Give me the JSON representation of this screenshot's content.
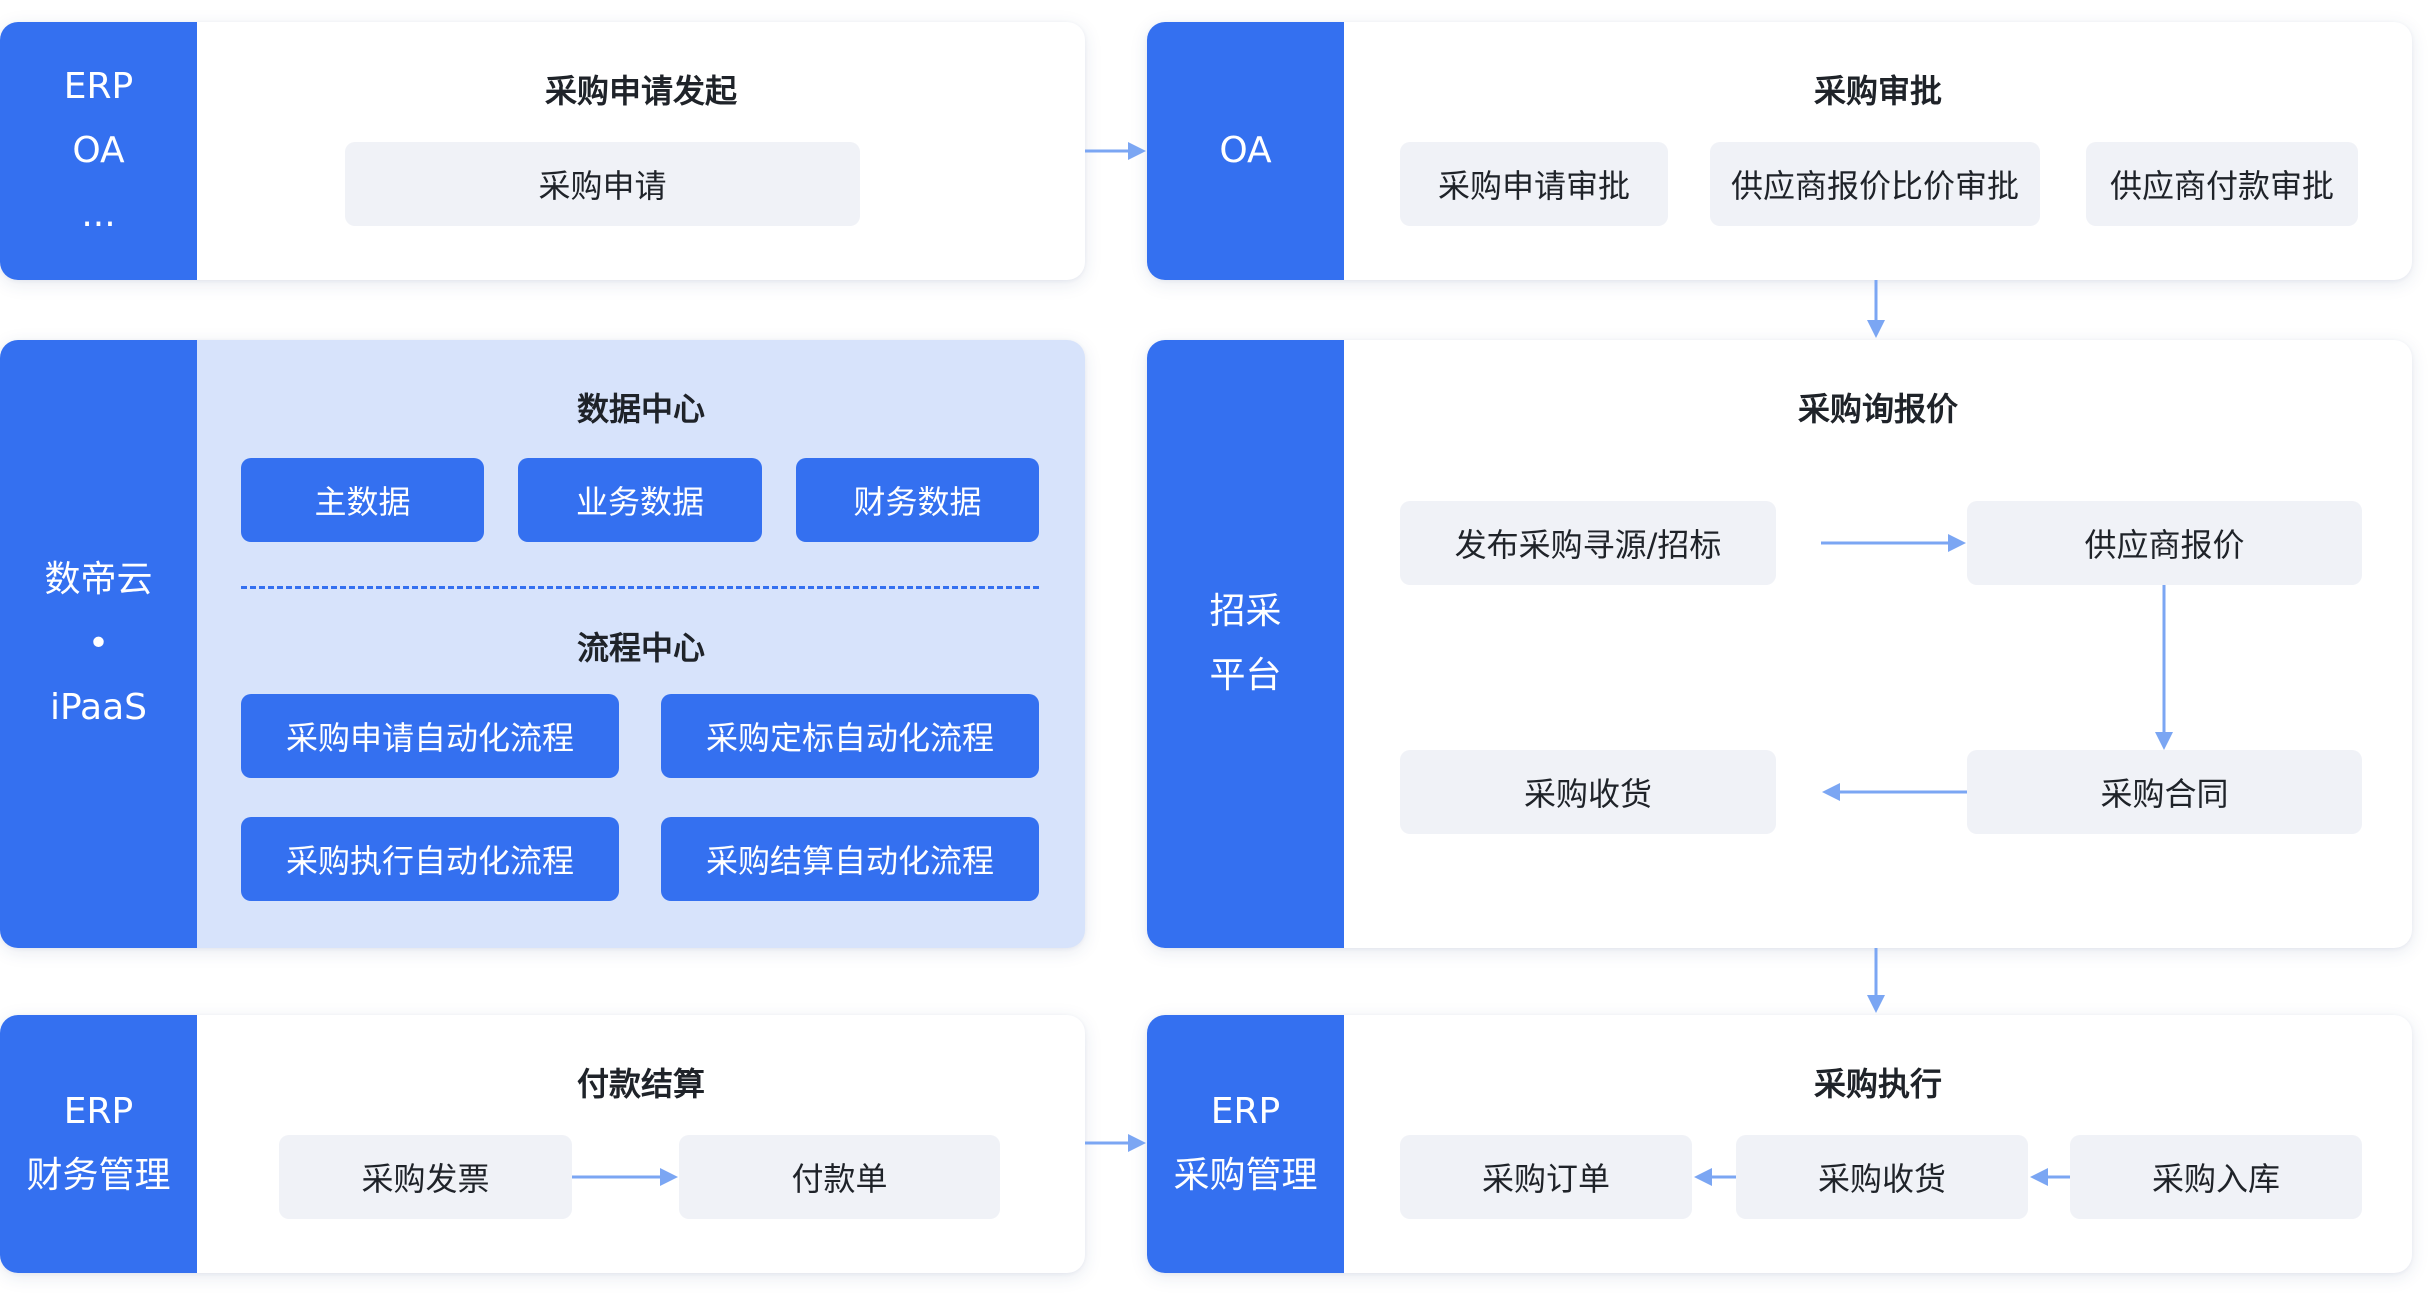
{
  "panel_request": {
    "side": [
      "ERP",
      "OA",
      "..."
    ],
    "title": "采购申请发起",
    "items": [
      "采购申请"
    ]
  },
  "panel_approval": {
    "side": [
      "OA"
    ],
    "title": "采购审批",
    "items": [
      "采购申请审批",
      "供应商报价比价审批",
      "供应商付款审批"
    ]
  },
  "panel_ipaas": {
    "side": [
      "数帝云",
      "•",
      "iPaaS"
    ],
    "data_center_title": "数据中心",
    "data_items": [
      "主数据",
      "业务数据",
      "财务数据"
    ],
    "process_center_title": "流程中心",
    "process_items": [
      "采购申请自动化流程",
      "采购定标自动化流程",
      "采购执行自动化流程",
      "采购结算自动化流程"
    ]
  },
  "panel_bidding": {
    "side": [
      "招采",
      "平台"
    ],
    "title": "采购询报价",
    "items": [
      "发布采购寻源/招标",
      "供应商报价",
      "采购收货",
      "采购合同"
    ]
  },
  "panel_settlement": {
    "side": [
      "ERP",
      "财务管理"
    ],
    "title": "付款结算",
    "items": [
      "采购发票",
      "付款单"
    ]
  },
  "panel_execution": {
    "side": [
      "ERP",
      "采购管理"
    ],
    "title": "采购执行",
    "items": [
      "采购订单",
      "采购收货",
      "采购入库"
    ]
  },
  "colors": {
    "accent": "#3470f0",
    "arrow": "#7ba6f3",
    "light_panel": "#d7e3fb",
    "item_gray": "#f0f2f7"
  }
}
